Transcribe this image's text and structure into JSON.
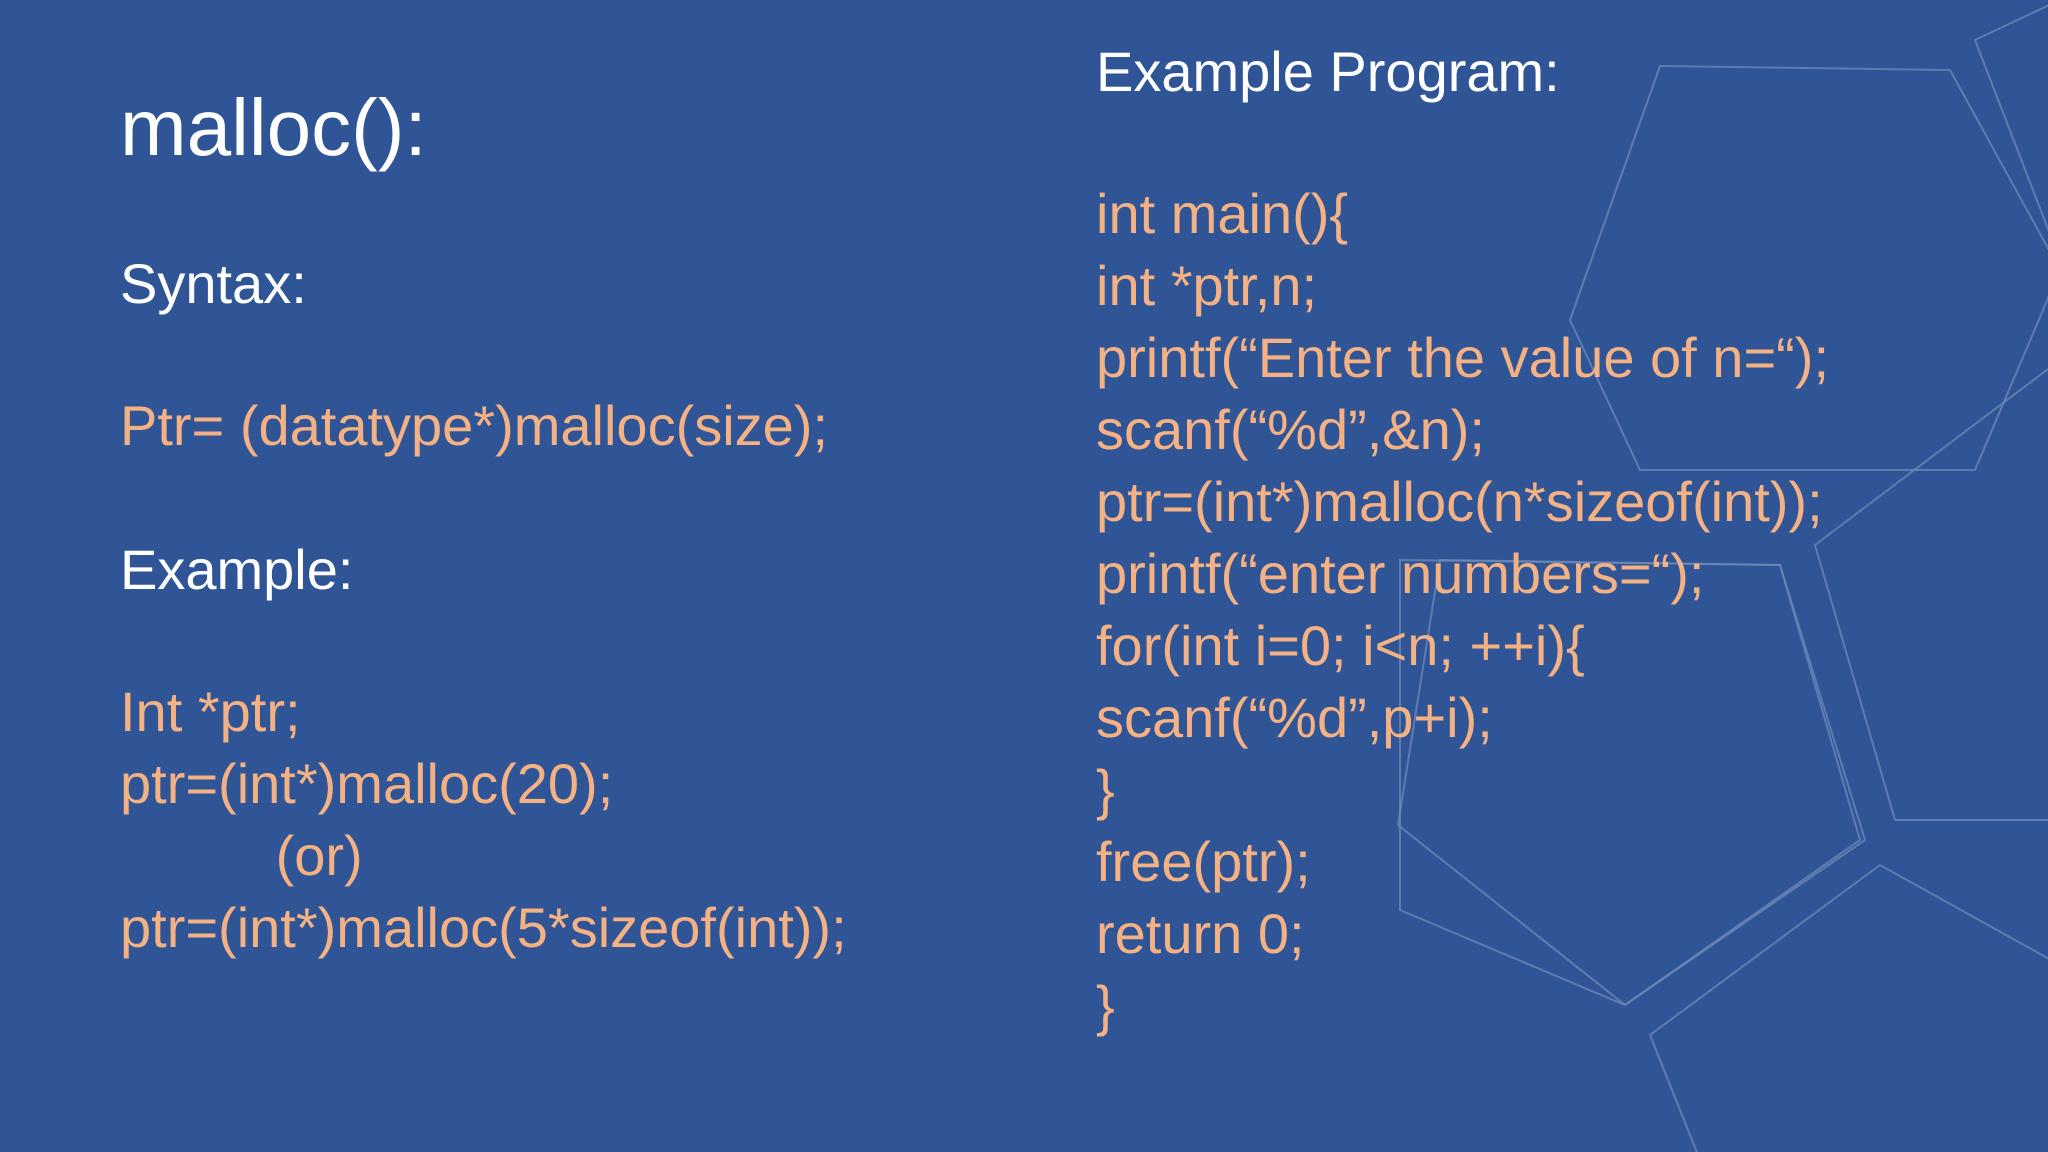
{
  "slide": {
    "background_color": "#2f5597",
    "text_color": "#ffffff",
    "code_color": "#f4b183",
    "decoration_color": "#6f89b6"
  },
  "left": {
    "title": "malloc():",
    "syntax_heading": "Syntax:",
    "syntax_code": "Ptr= (datatype*)malloc(size);",
    "example_heading": "Example:",
    "example_lines": [
      "Int *ptr;",
      "ptr=(int*)malloc(20);",
      "          (or)",
      "ptr=(int*)malloc(5*sizeof(int));"
    ]
  },
  "right": {
    "heading": "Example Program:",
    "program_lines": [
      "int main(){",
      "int *ptr,n;",
      "printf(“Enter the value of n=“);",
      "scanf(“%d”,&n);",
      "ptr=(int*)malloc(n*sizeof(int));",
      "printf(“enter numbers=“);",
      "for(int i=0; i<n; ++i){",
      "scanf(“%d”,p+i);",
      "}",
      "free(ptr);",
      "return 0;",
      "}"
    ]
  }
}
